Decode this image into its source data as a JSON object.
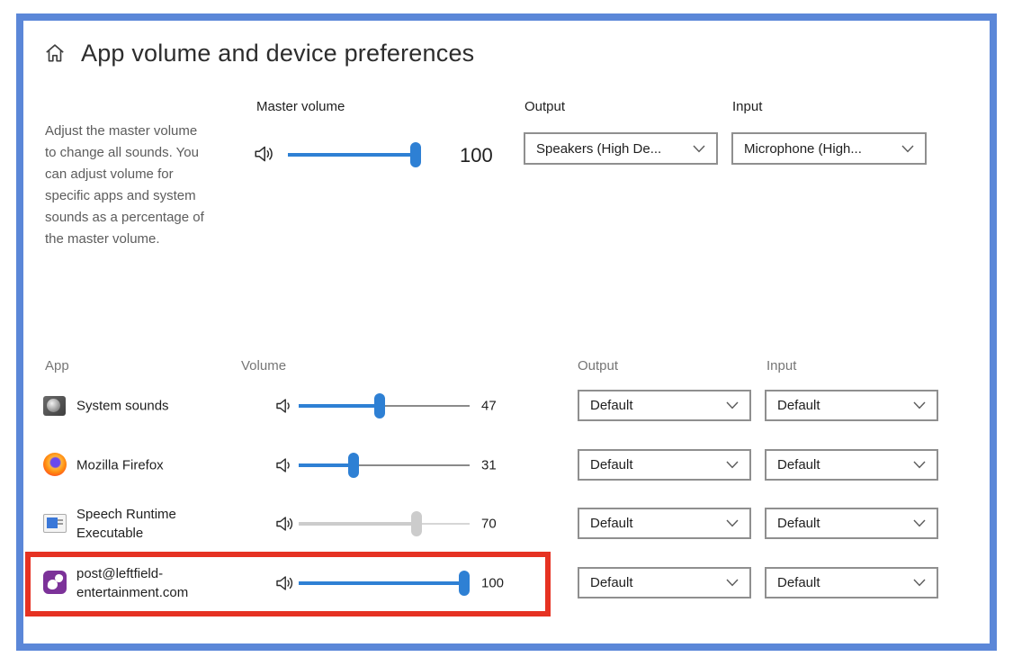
{
  "header": {
    "title": "App volume and device preferences"
  },
  "description": "Adjust the master volume\nto change all sounds. You\ncan adjust volume for\nspecific apps and system\nsounds as a percentage of\nthe master volume.",
  "master": {
    "label": "Master volume",
    "volume": 100,
    "speaker_icon": "speaker-high-icon",
    "output_label": "Output",
    "output_value": "Speakers (High De...",
    "input_label": "Input",
    "input_value": "Microphone (High..."
  },
  "list": {
    "headers": {
      "app": "App",
      "volume": "Volume",
      "output": "Output",
      "input": "Input"
    },
    "rows": [
      {
        "name": "System sounds",
        "icon": "system-sounds-icon",
        "volume": 47,
        "waves": 1,
        "active": true,
        "output": "Default",
        "input": "Default",
        "highlighted": false
      },
      {
        "name": "Mozilla Firefox",
        "icon": "firefox-icon",
        "volume": 31,
        "waves": 1,
        "active": true,
        "output": "Default",
        "input": "Default",
        "highlighted": false
      },
      {
        "name": "Speech Runtime\nExecutable",
        "icon": "speech-runtime-icon",
        "volume": 70,
        "waves": 2,
        "active": false,
        "output": "Default",
        "input": "Default",
        "highlighted": false
      },
      {
        "name": "post@leftfield-\nentertainment.com",
        "icon": "splashtop-icon",
        "volume": 100,
        "waves": 2,
        "active": true,
        "output": "Default",
        "input": "Default",
        "highlighted": true
      }
    ]
  },
  "annotation": {
    "type": "highlight-rectangle",
    "color": "#e63222"
  },
  "colors": {
    "accent_blue": "#2e80d4",
    "inactive_gray": "#cccccc",
    "page_border_blue": "#5b87d8"
  }
}
